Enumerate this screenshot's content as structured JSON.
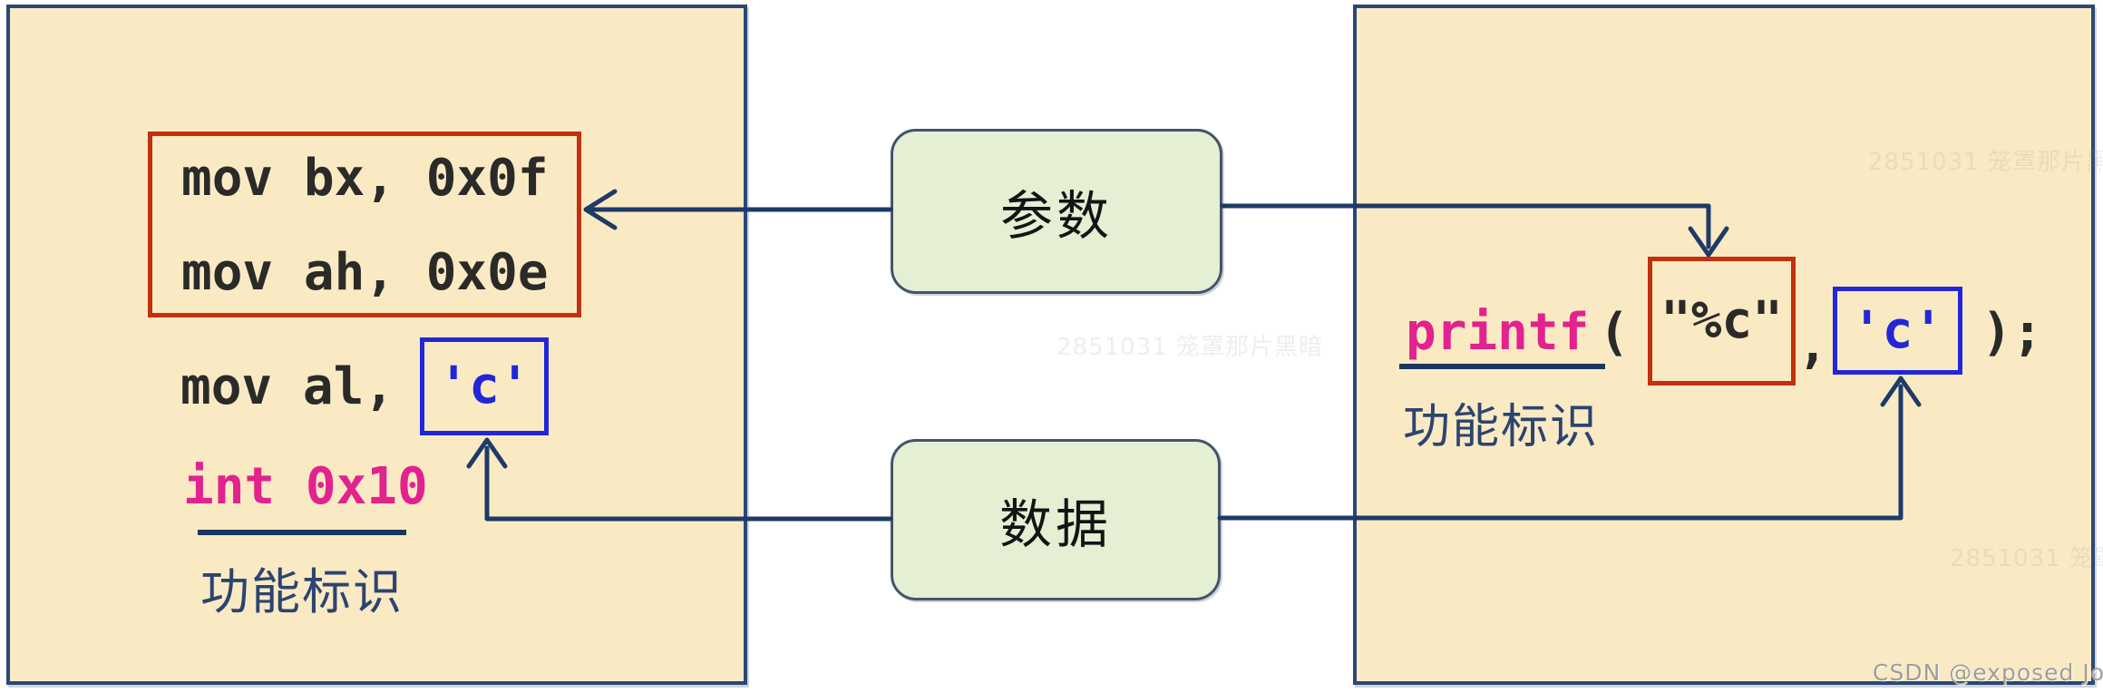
{
  "diagram": {
    "left_panel": {
      "asm_line1": "mov bx, 0x0f",
      "asm_line2": "mov ah, 0x0e",
      "asm_line3_prefix": "mov al,",
      "asm_line3_value": "'c'",
      "asm_line4": "int 0x10",
      "caption": "功能标识"
    },
    "middle": {
      "params_label": "参数",
      "data_label": "数据"
    },
    "right_panel": {
      "func_name": "printf",
      "open_paren": "(",
      "format_arg": "\"%c\"",
      "comma": ",",
      "char_arg": "'c'",
      "close_paren_semicolon": ");",
      "caption": "功能标识"
    },
    "watermark": "CSDN @exposed Joker",
    "faint_watermark": "2851031 笼罩那片黑暗",
    "colors": {
      "panel_fill": "#FAEAC4",
      "panel_border": "#2A4875",
      "node_fill": "#E4EFD3",
      "node_border": "#44546A",
      "red_box": "#C2310F",
      "blue_box": "#2127D8",
      "magenta_text": "#E2228E",
      "code_text": "#2A2A28",
      "caption_text": "#2C4470",
      "arrow": "#1E3A68"
    }
  }
}
